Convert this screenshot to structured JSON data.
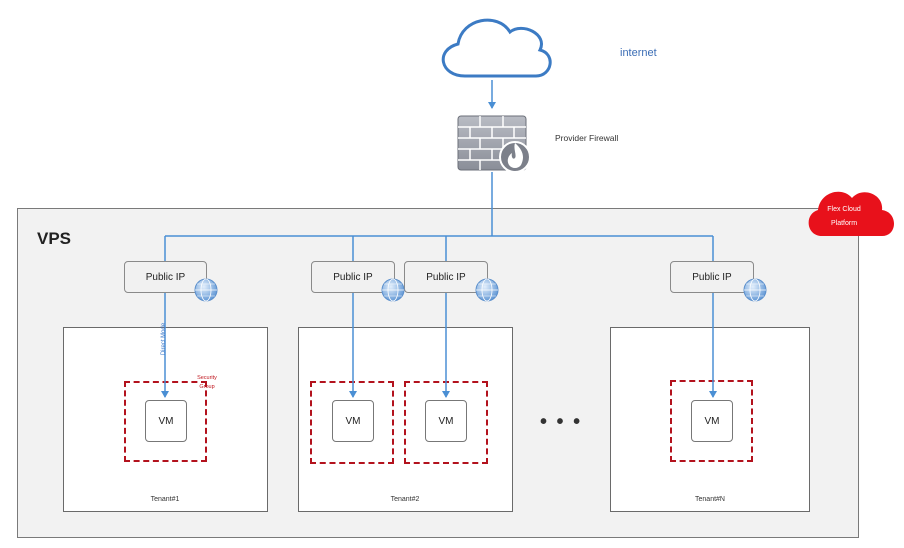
{
  "labels": {
    "internet": "internet",
    "provider_firewall": "Provider Firewall",
    "vps": "VPS",
    "flex_cloud_line1": "Flex Cloud",
    "flex_cloud_line2": "Platform",
    "direct_mode": "Direct Mode",
    "security_group_line1": "Security",
    "security_group_line2": "Group",
    "ellipsis": "• • •"
  },
  "public_ips": [
    {
      "label": "Public IP"
    },
    {
      "label": "Public IP"
    },
    {
      "label": "Public IP"
    },
    {
      "label": "Public IP"
    }
  ],
  "tenants": [
    {
      "label": "Tenant#1"
    },
    {
      "label": "Tenant#2"
    },
    {
      "label": "Tenant#N"
    }
  ],
  "vms": [
    {
      "label": "VM"
    },
    {
      "label": "VM"
    },
    {
      "label": "VM"
    },
    {
      "label": "VM"
    }
  ],
  "colors": {
    "wire": "#4a8fd4",
    "security_group": "#b3121d",
    "flex_cloud": "#e8111b",
    "cloud_outline": "#3c7bc4"
  }
}
